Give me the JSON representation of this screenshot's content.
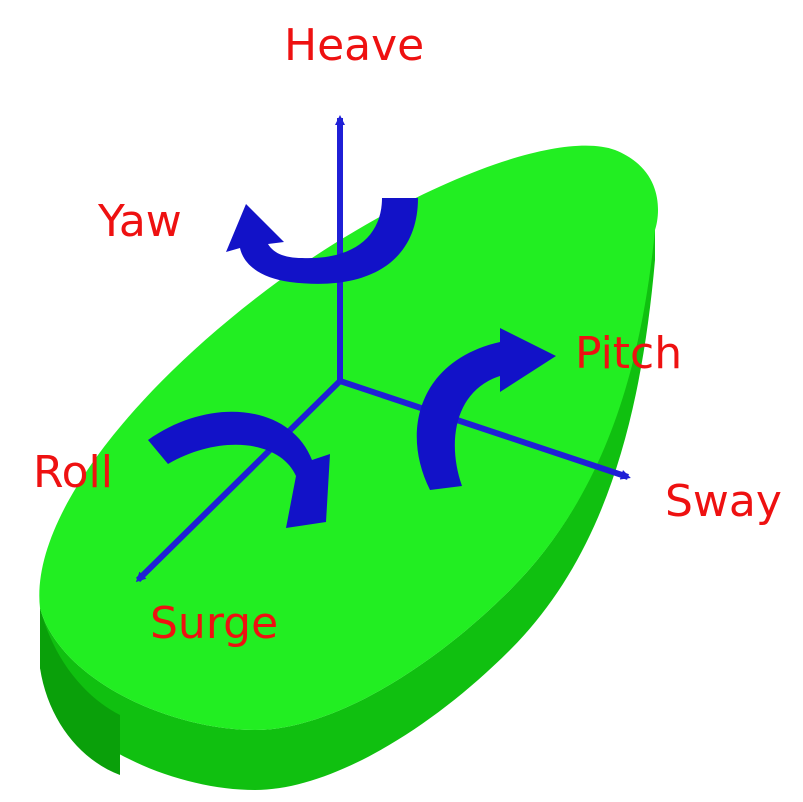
{
  "colors": {
    "body_top": "#22ee22",
    "body_side": "#10c010",
    "body_side_dark": "#0aa00a",
    "axis": "#1f1fd6",
    "rotation": "#1212c8",
    "label": "#ee1111"
  },
  "labels": {
    "heave": "Heave",
    "yaw": "Yaw",
    "pitch": "Pitch",
    "roll": "Roll",
    "sway": "Sway",
    "surge": "Surge"
  }
}
